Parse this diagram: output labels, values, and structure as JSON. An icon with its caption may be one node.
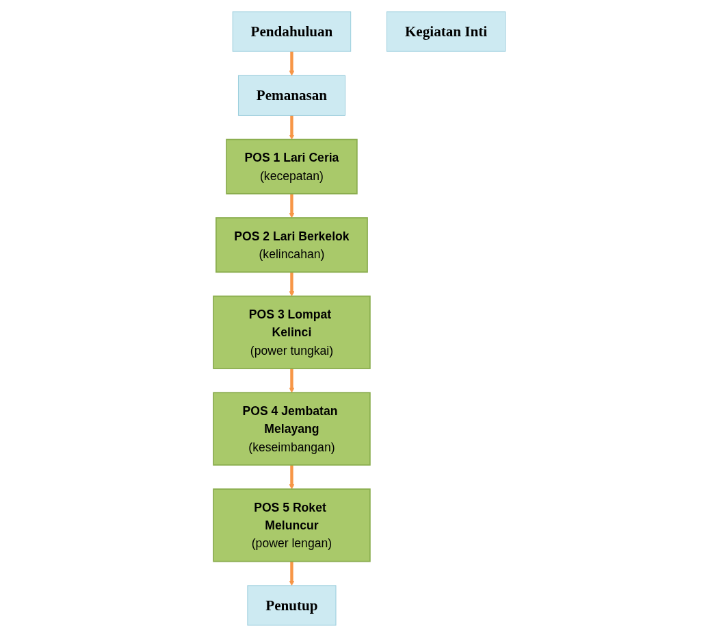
{
  "diagram": {
    "nodes": [
      {
        "text": [
          "Pendahuluan"
        ]
      },
      {
        "text": [
          "Pemanasan"
        ]
      },
      {
        "text": [
          "POS 1 Lari Ceria",
          "(kecepatan)"
        ]
      },
      {
        "text": [
          "POS 2 Lari Berkelok",
          "(kelincahan)"
        ]
      },
      {
        "text": [
          "POS 3 Lompat Kelinci",
          "(power tungkai)"
        ]
      },
      {
        "text": [
          "POS 4 Jembatan Melayang",
          "(keseimbangan)"
        ]
      },
      {
        "text": [
          "POS 5 Roket Meluncur",
          "(power lengan)"
        ]
      },
      {
        "text": [
          "Penutup"
        ]
      },
      {
        "text": [
          "Kegiatan Inti"
        ]
      }
    ],
    "edges": [
      {
        "from": 0,
        "to": 1,
        "arrow": "to"
      },
      {
        "from": 1,
        "to": 2,
        "arrow": "to"
      },
      {
        "from": 2,
        "to": 3,
        "arrow": "to"
      },
      {
        "from": 3,
        "to": 4,
        "arrow": "to"
      },
      {
        "from": 4,
        "to": 5,
        "arrow": "to"
      },
      {
        "from": 5,
        "to": 6,
        "arrow": "to"
      },
      {
        "from": 6,
        "to": 7,
        "arrow": "to"
      }
    ]
  }
}
